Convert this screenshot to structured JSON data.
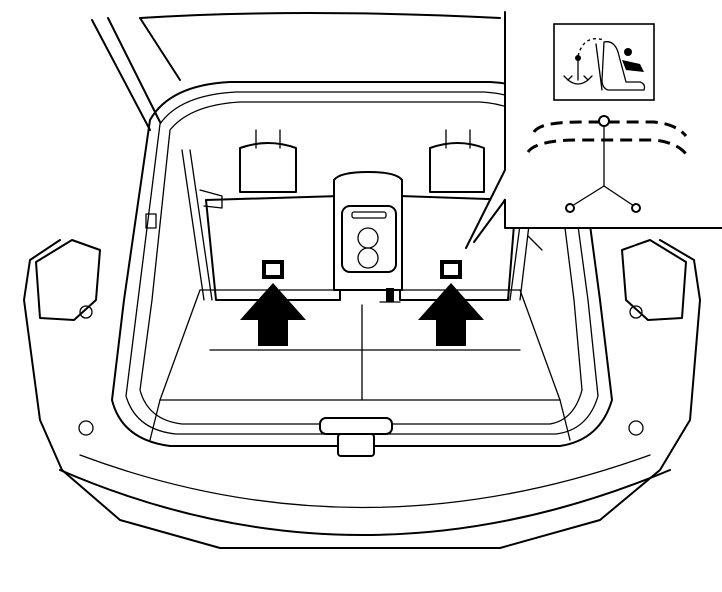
{
  "illustration": {
    "subject": "vehicle-cargo-area-rear-view",
    "line_color": "#000000",
    "background_color": "#ffffff"
  },
  "callouts": {
    "arrow_count": 2,
    "marker_count": 2,
    "arrow_icon": "up-arrow-icon",
    "marker_icon": "tether-anchor-marker-icon"
  },
  "inset": {
    "symbol_icon": "child-seat-top-tether-icon",
    "detail_icon": "tether-strap-hook-icon"
  }
}
